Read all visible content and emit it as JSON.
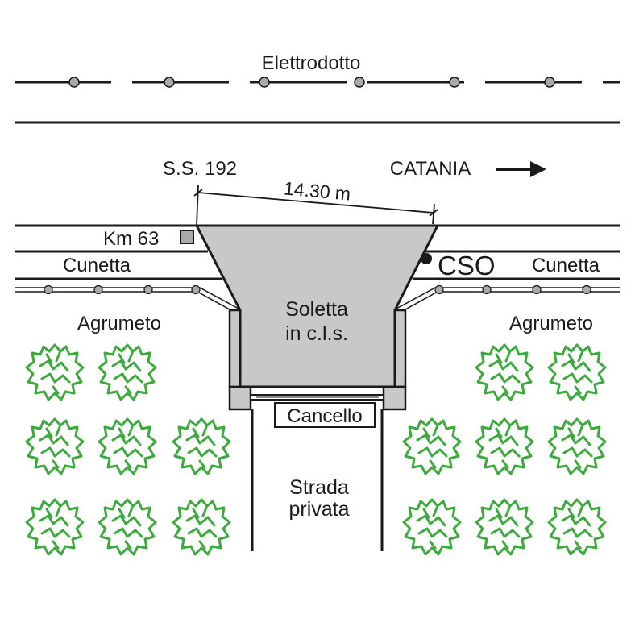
{
  "labels": {
    "power_line": "Elettrodotto",
    "road": "S.S. 192",
    "direction": "CATANIA",
    "width": "14.30 m",
    "km_marker": "Km 63",
    "ditch_left": "Cunetta",
    "ditch_right": "Cunetta",
    "cso": "CSO",
    "orchard_left": "Agrumeto",
    "orchard_right": "Agrumeto",
    "slab_line1": "Soletta",
    "slab_line2": "in c.l.s.",
    "gate": "Cancello",
    "private_road_line1": "Strada",
    "private_road_line2": "privata"
  },
  "colors": {
    "line": "#1a1a1a",
    "slab_fill": "#c8c8c8",
    "pole_fill": "#aaaaaa",
    "tree_stroke": "#3caa3c"
  },
  "icons": {
    "arrow": "right-arrow-icon",
    "km_marker": "square-marker-icon",
    "cso": "dot-marker-icon",
    "tree": "citrus-tree-icon"
  }
}
